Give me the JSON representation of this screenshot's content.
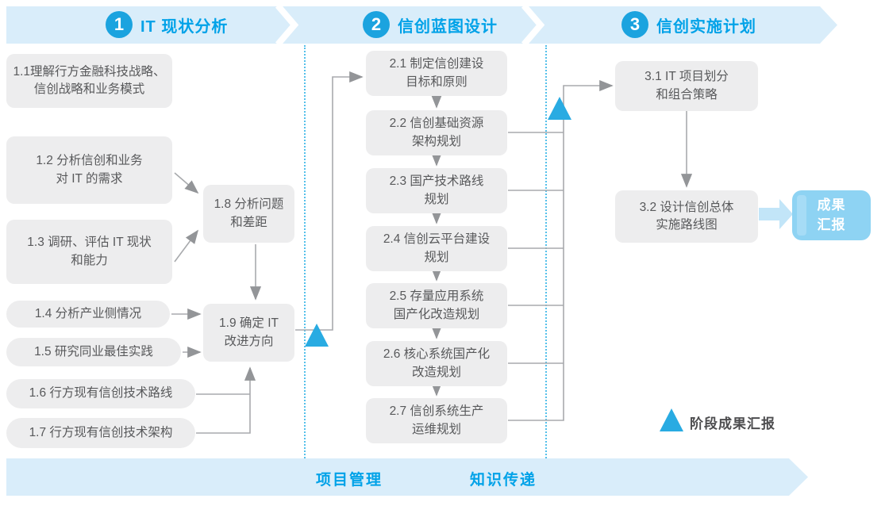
{
  "banner": {
    "phases": [
      {
        "number": "1",
        "title": "IT 现状分析"
      },
      {
        "number": "2",
        "title": "信创蓝图设计"
      },
      {
        "number": "3",
        "title": "信创实施计划"
      }
    ]
  },
  "phase1": {
    "b11": "1.1理解行方金融科技战略、\n信创战略和业务模式",
    "b12": "1.2 分析信创和业务\n对 IT 的需求",
    "b13": "1.3 调研、评估 IT 现状\n和能力",
    "b14": "1.4 分析产业侧情况",
    "b15": "1.5 研究同业最佳实践",
    "b16": "1.6 行方现有信创技术路线",
    "b17": "1.7 行方现有信创技术架构",
    "b18": "1.8 分析问题\n和差距",
    "b19": "1.9 确定 IT\n改进方向"
  },
  "phase2": {
    "b21": "2.1 制定信创建设\n目标和原则",
    "b22": "2.2 信创基础资源\n架构规划",
    "b23": "2.3 国产技术路线\n规划",
    "b24": "2.4 信创云平台建设\n规划",
    "b25": "2.5 存量应用系统\n国产化改造规划",
    "b26": "2.6 核心系统国产化\n改造规划",
    "b27": "2.7 信创系统生产\n运维规划"
  },
  "phase3": {
    "b31": "3.1 IT 项目划分\n和组合策略",
    "b32": "3.2 设计信创总体\n实施路线图",
    "outcome": "成果\n汇报"
  },
  "legend": {
    "milestone": "阶段成果汇报"
  },
  "footer": {
    "left": "项目管理",
    "right": "知识传递"
  },
  "colors": {
    "band_blue": "#D9EDFA",
    "accent_blue": "#1BA3DF",
    "triangle_blue": "#29ABE2",
    "heading_blue": "#00A2E8",
    "node_gray": "#EDEDEE",
    "text_gray": "#58595B",
    "connector_gray": "#A8AAAD",
    "outcome_blue": "#8ED3F3"
  }
}
